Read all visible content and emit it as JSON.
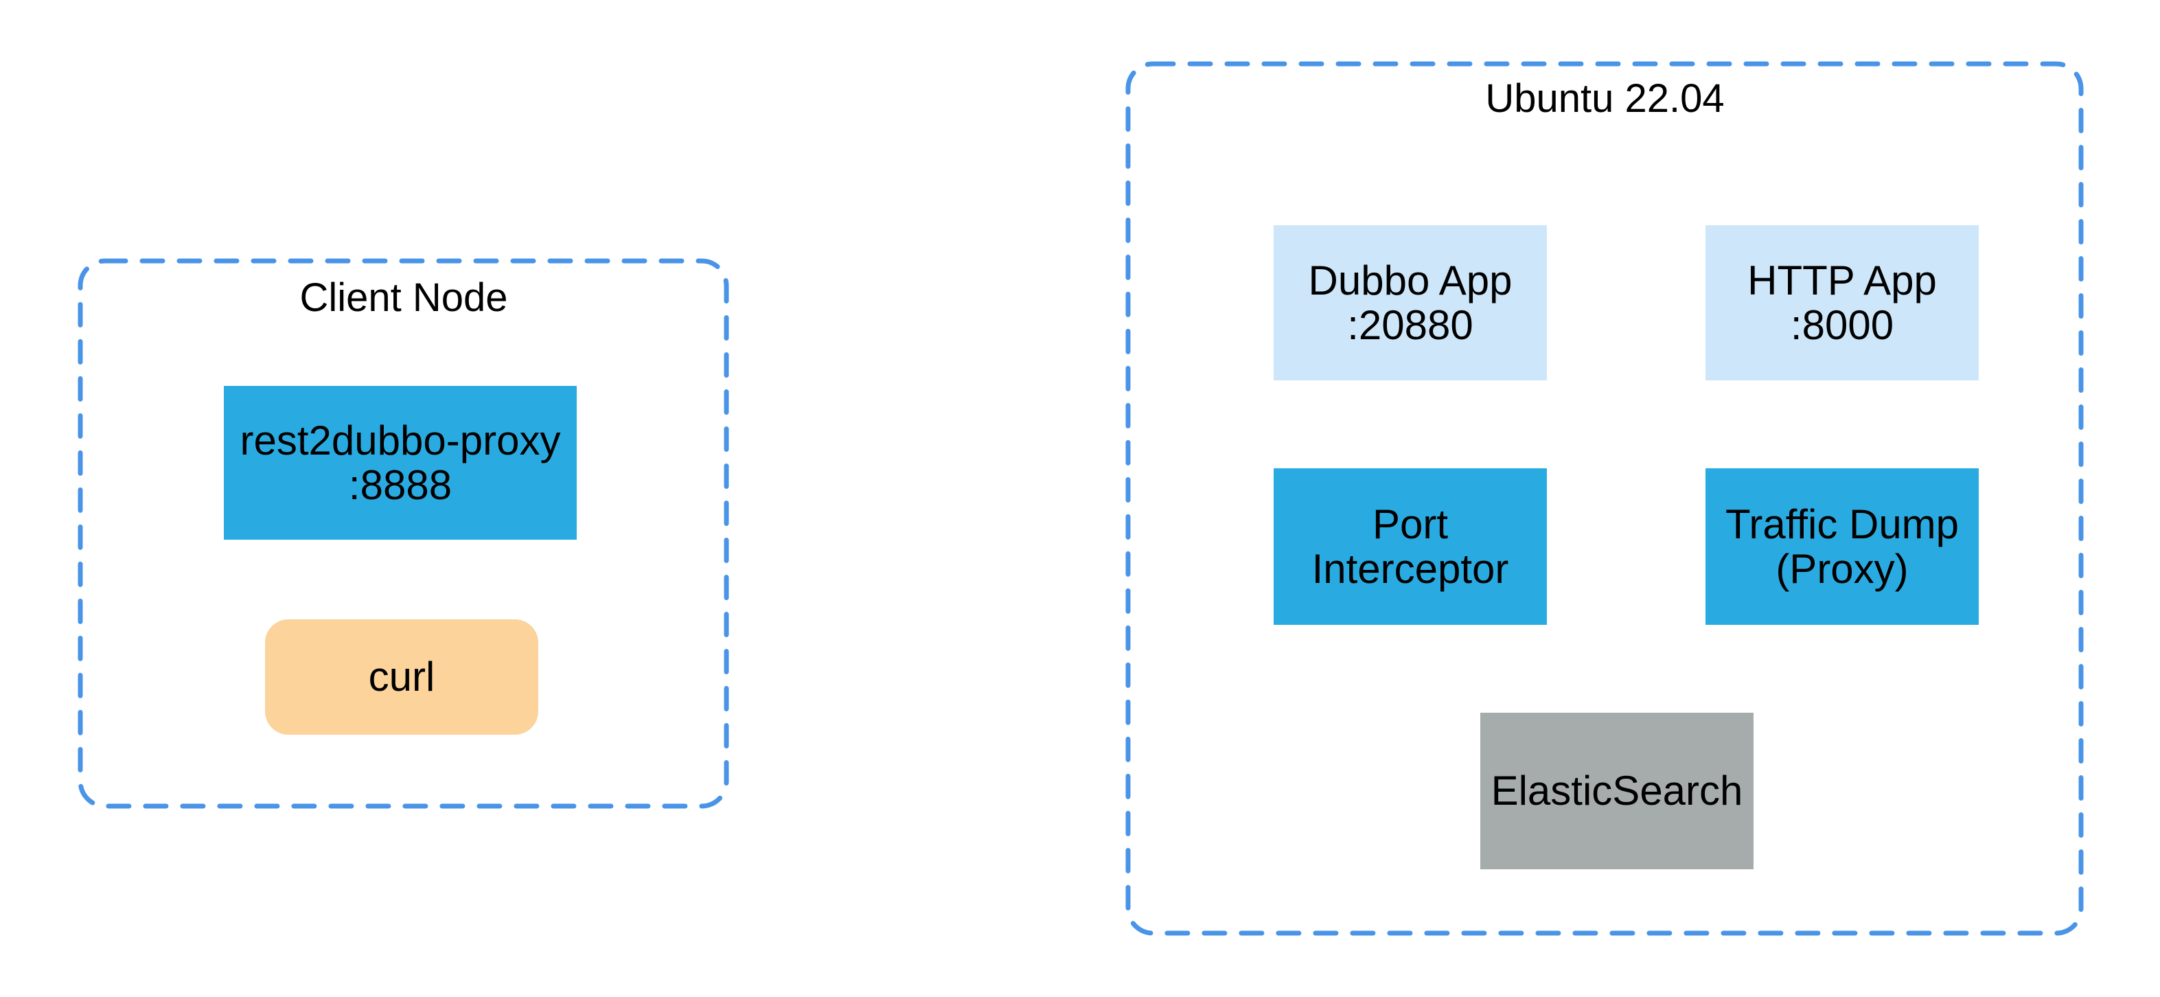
{
  "diagram": {
    "background": "#FFFFFF",
    "colors": {
      "dashed_border_blue": "#4A94E8",
      "node_blue": "#29ABE2",
      "node_light_blue": "#CDE6F9",
      "node_orange": "#FBD39B",
      "node_gray": "#A6ACAB",
      "text": "#000000"
    },
    "client": {
      "title": "Client Node",
      "nodes": {
        "proxy": {
          "line1": "rest2dubbo-proxy",
          "line2": ":8888"
        },
        "curl": {
          "line1": "curl"
        }
      }
    },
    "server": {
      "title": "Ubuntu 22.04",
      "nodes": {
        "dubbo_app": {
          "line1": "Dubbo App",
          "line2": ":20880"
        },
        "http_app": {
          "line1": "HTTP App",
          "line2": ":8000"
        },
        "port_interceptor": {
          "line1": "Port",
          "line2": "Interceptor"
        },
        "traffic_dump": {
          "line1": "Traffic Dump",
          "line2": "(Proxy)"
        },
        "elasticsearch": {
          "line1": "ElasticSearch"
        }
      }
    }
  }
}
